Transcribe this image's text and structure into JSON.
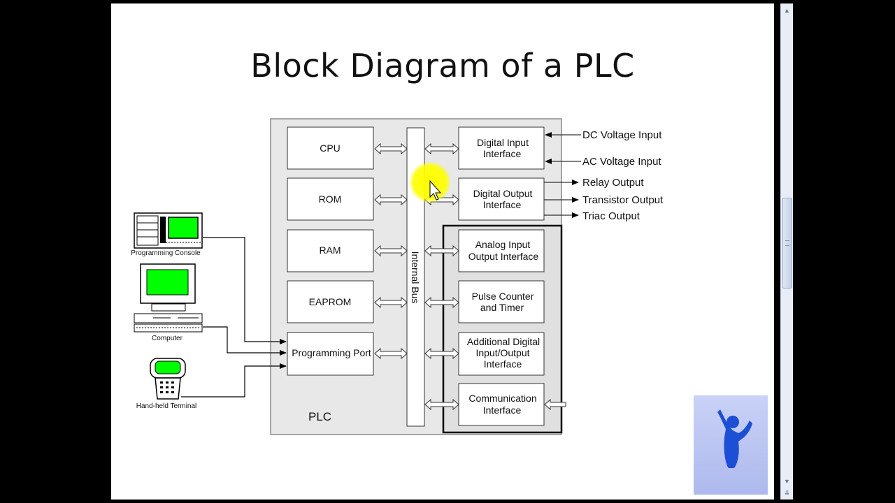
{
  "slide": {
    "title": "Block Diagram of a PLC"
  },
  "diagram": {
    "plc_label": "PLC",
    "bus_label": "Internal Bus",
    "left_blocks": [
      "CPU",
      "ROM",
      "RAM",
      "EAPROM",
      "Programming Port"
    ],
    "right_blocks": [
      [
        "Digital Input",
        "Interface"
      ],
      [
        "Digital Output",
        "Interface"
      ],
      [
        "Analog Input",
        "Output Interface"
      ],
      [
        "Pulse Counter",
        "and Timer"
      ],
      [
        "Additional Digital",
        "Input/Output",
        "Interface"
      ],
      [
        "Communication",
        "Interface"
      ]
    ],
    "inputs": [
      "DC Voltage Input",
      "AC Voltage Input"
    ],
    "outputs": [
      "Relay Output",
      "Transistor Output",
      "Triac Output"
    ],
    "devices": [
      "Programming Console",
      "Computer",
      "Hand-held Terminal"
    ]
  },
  "colors": {
    "screen": "#00ff00",
    "highlight": "#ffff00",
    "panel": "#e8e8e8",
    "logo": "#1c4fd6"
  },
  "icons": {
    "pointer": "cursor-arrow-icon",
    "presenter": "presenter-figure-icon"
  }
}
